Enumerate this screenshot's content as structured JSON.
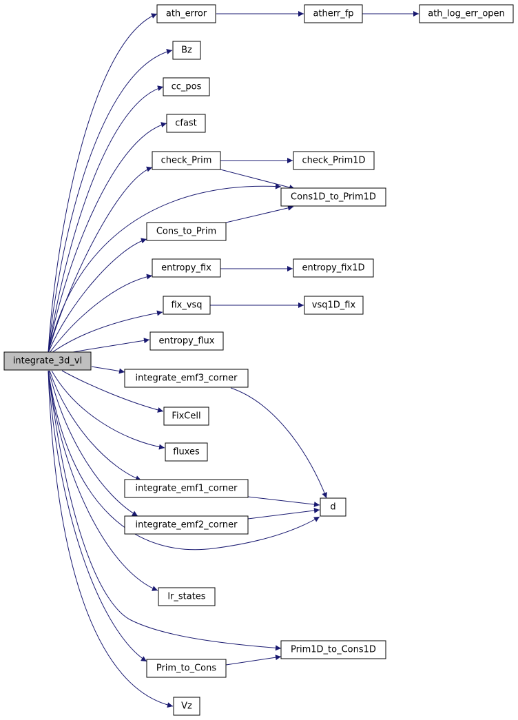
{
  "graph": {
    "edge_color": "#191970",
    "root_fill": "#bfbfbf",
    "nodes": {
      "root": "integrate_3d_vl",
      "ath_error": "ath_error",
      "atherr_fp": "atherr_fp",
      "ath_log_err_open": "ath_log_err_open",
      "Bz": "Bz",
      "cc_pos": "cc_pos",
      "cfast": "cfast",
      "check_Prim": "check_Prim",
      "check_Prim1D": "check_Prim1D",
      "Cons1D_to_Prim1D": "Cons1D_to_Prim1D",
      "Cons_to_Prim": "Cons_to_Prim",
      "entropy_fix": "entropy_fix",
      "entropy_fix1D": "entropy_fix1D",
      "fix_vsq": "fix_vsq",
      "vsq1D_fix": "vsq1D_fix",
      "entropy_flux": "entropy_flux",
      "integrate_emf3_corner": "integrate_emf3_corner",
      "FixCell": "FixCell",
      "fluxes": "fluxes",
      "integrate_emf1_corner": "integrate_emf1_corner",
      "integrate_emf2_corner": "integrate_emf2_corner",
      "d": "d",
      "lr_states": "lr_states",
      "Prim1D_to_Cons1D": "Prim1D_to_Cons1D",
      "Prim_to_Cons": "Prim_to_Cons",
      "Vz": "Vz"
    }
  }
}
